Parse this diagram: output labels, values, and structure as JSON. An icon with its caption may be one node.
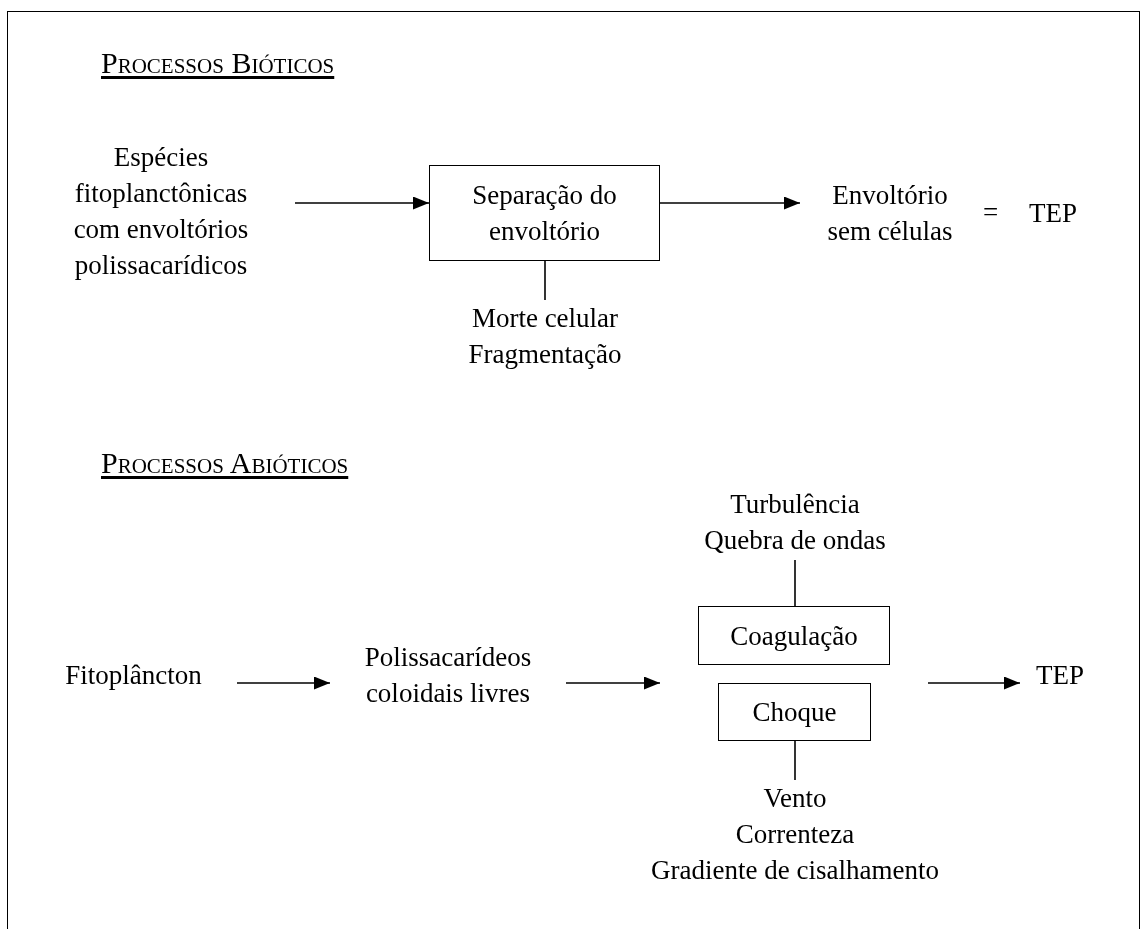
{
  "diagram": {
    "nodes": [
      {
        "text": [
          "Espécies fitoplanctônicas com envoltórios polissacarídicos"
        ]
      },
      {
        "text": [
          "Separação do envoltório"
        ]
      },
      {
        "text": [
          "Envoltório sem células"
        ]
      },
      {
        "text": [
          "TEP"
        ]
      },
      {
        "text": [
          "Morte celular",
          "Fragmentação"
        ]
      },
      {
        "text": [
          "Fitoplâncton"
        ]
      },
      {
        "text": [
          "Polissacarídeos coloidais livres"
        ]
      },
      {
        "text": [
          "Turbulência",
          "Quebra de ondas"
        ]
      },
      {
        "text": [
          "Coagulação"
        ]
      },
      {
        "text": [
          "Choque"
        ]
      },
      {
        "text": [
          "Vento",
          "Correnteza",
          "Gradiente de cisalhamento"
        ]
      },
      {
        "text": [
          "TEP"
        ]
      }
    ],
    "edges": [
      {
        "from": 0,
        "to": 1,
        "arrow": "to"
      },
      {
        "from": 1,
        "to": 2,
        "arrow": "to"
      },
      {
        "from": 1,
        "to": 4,
        "arrow": "none"
      },
      {
        "from": 5,
        "to": 6,
        "arrow": "to"
      },
      {
        "from": 6,
        "to": null,
        "arrow": "to"
      },
      {
        "from": null,
        "to": 11,
        "arrow": "to"
      },
      {
        "from": 7,
        "to": 8,
        "arrow": "none"
      },
      {
        "from": 9,
        "to": 10,
        "arrow": "none"
      }
    ],
    "labels": [
      "Processos Bióticos",
      "=",
      "Processos Abióticos"
    ]
  }
}
